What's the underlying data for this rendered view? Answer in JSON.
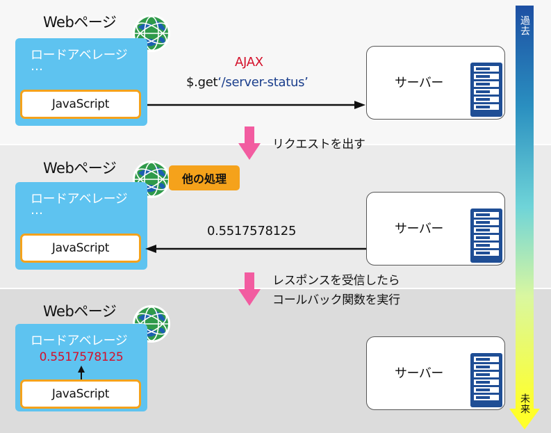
{
  "panels": [
    {
      "page_title": "Webページ",
      "page_text": "ロードアベレージ",
      "ellipsis": "…",
      "script": "JavaScript",
      "server": "サーバー"
    },
    {
      "page_title": "Webページ",
      "page_text": "ロードアベレージ",
      "ellipsis": "…",
      "script": "JavaScript",
      "server": "サーバー",
      "badge": "他の処理"
    },
    {
      "page_title": "Webページ",
      "page_text": "ロードアベレージ",
      "result": "0.5517578125",
      "script": "JavaScript",
      "server": "サーバー"
    }
  ],
  "request": {
    "ajax": "AJAX",
    "call_prefix": "$.get",
    "quote_open": "‘",
    "url": "/server-status",
    "quote_close": "’"
  },
  "response_value": "0.5517578125",
  "steps": {
    "send_request": "リクエストを出す",
    "receive_line1": "レスポンスを受信したら",
    "receive_line2": "コールバック関数を実行"
  },
  "timeline": {
    "past": "過去",
    "future": "未来"
  },
  "colors": {
    "page_box": "#5ec3f0",
    "script_border": "#f5a21b",
    "badge": "#f5a21b",
    "highlight": "#d4102a",
    "step_arrow": "#f25ca0",
    "server_icon": "#1f4e95"
  },
  "icons": {
    "browser": "globe-icon",
    "server": "server-rack-icon",
    "step": "down-arrow-icon"
  }
}
